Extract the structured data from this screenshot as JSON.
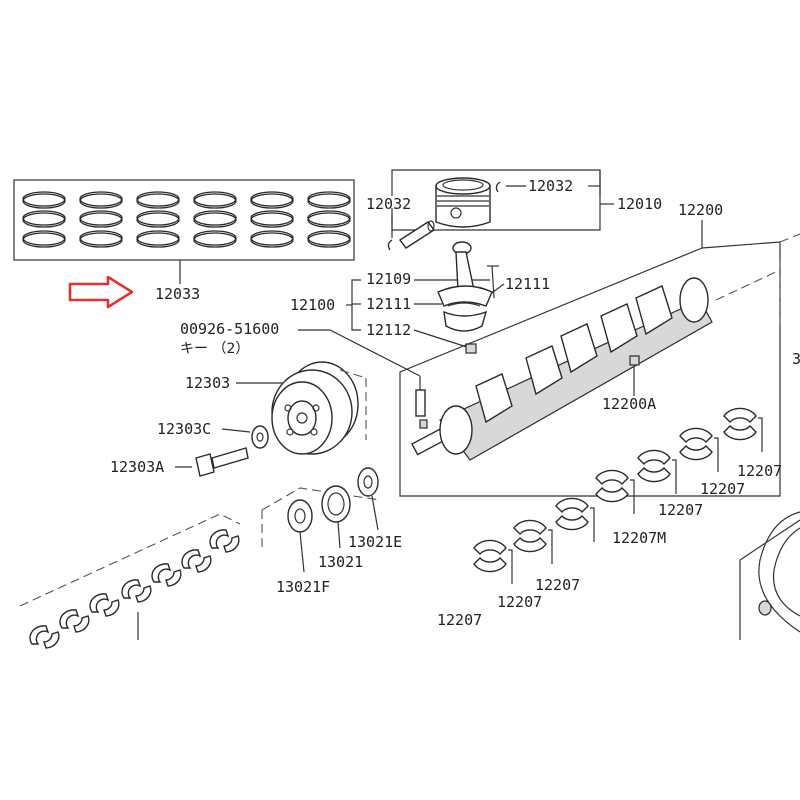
{
  "diagram": {
    "labels": {
      "p12033": "12033",
      "p12032_left": "12032",
      "p12032_right": "12032",
      "p12010": "12010",
      "p12200": "12200",
      "p12109": "12109",
      "p12111_right": "12111",
      "p12100": "12100",
      "p12111_left": "12111",
      "p12112": "12112",
      "p00926": "00926-51600",
      "key_note": "キー （2）",
      "p12303": "12303",
      "p12303C": "12303C",
      "p12303A": "12303A",
      "p12200A": "12200A",
      "p13021E": "13021E",
      "p13021": "13021",
      "p13021F": "13021F",
      "p12207_a": "12207",
      "p12207_b": "12207",
      "p12207_c": "12207",
      "p12207M": "12207M",
      "p12207_d": "12207",
      "p12207_e": "12207",
      "p12207_f": "12207",
      "p3": "3"
    },
    "colors": {
      "line": "#333333",
      "arrow": "#e0342a",
      "background": "#ffffff"
    },
    "icons": {
      "pointer": "red-outline-arrow-icon"
    }
  }
}
